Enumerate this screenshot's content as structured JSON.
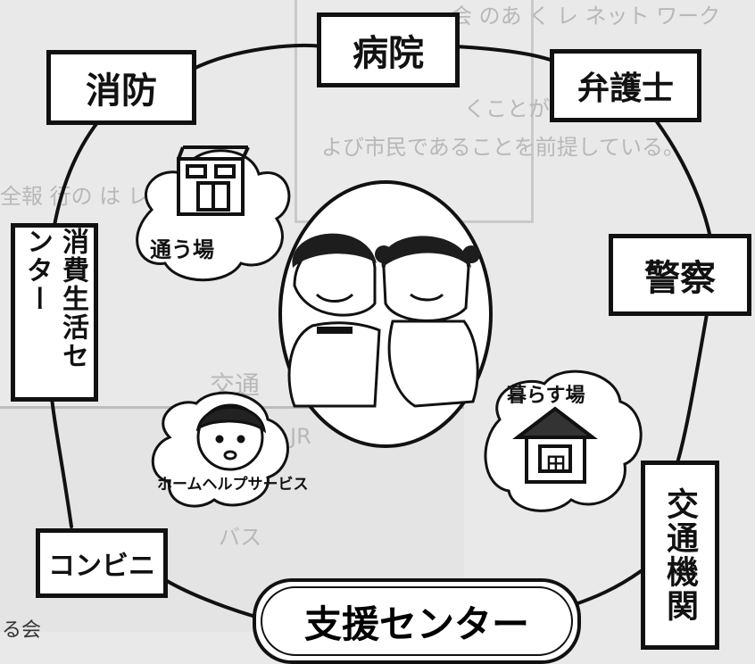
{
  "diagram": {
    "center_label": "支援センター",
    "nodes": {
      "hospital": "病院",
      "fire": "消防",
      "lawyer": "弁護士",
      "police": "警察",
      "consumer": "消費生活センター",
      "transport": "交通機関",
      "convenience": "コンビニ"
    },
    "clouds": {
      "commute": "通う場",
      "living": "暮らす場",
      "homehelp": "ホームヘルプサービス"
    },
    "house_sign": "田",
    "background_text": {
      "line1": "会 のあ く レ ネット ワーク",
      "line2": "くことができるが直面し",
      "line3": "よび市民であることを前提している。",
      "line4": "全報 行の は レネットワー",
      "transport_heading": "交通",
      "jr": "JR",
      "bus": "バス",
      "bottom_left": "る会"
    }
  }
}
